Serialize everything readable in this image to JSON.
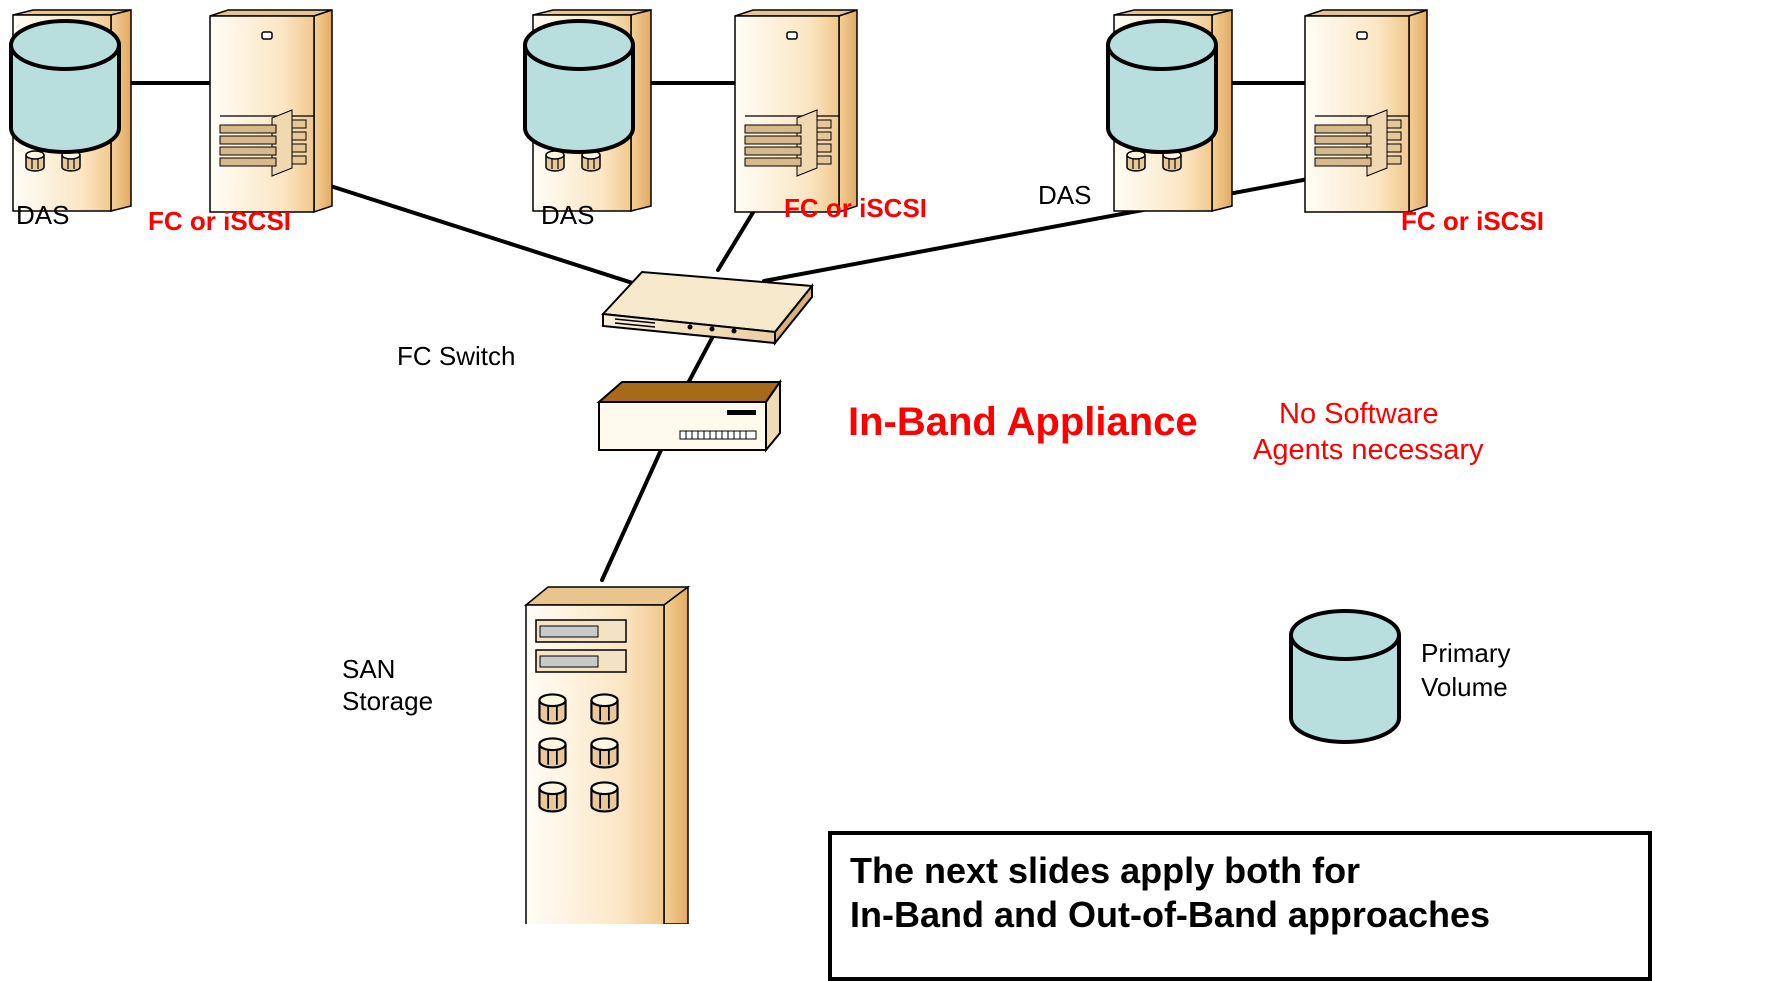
{
  "labels": {
    "das_1": "DAS",
    "das_2": "DAS",
    "das_3": "DAS",
    "fc_iscsi_1": "FC or iSCSI",
    "fc_iscsi_2": "FC or iSCSI",
    "fc_iscsi_3": "FC or iSCSI",
    "fc_switch": "FC Switch",
    "appliance": "In-Band Appliance",
    "no_agents_line1": "No Software",
    "no_agents_line2": "Agents necessary",
    "san_line1": "SAN",
    "san_line2": "Storage",
    "legend_line1": "Primary",
    "legend_line2": "Volume"
  },
  "note": {
    "line1": "The next slides apply both for",
    "line2": "In-Band and Out-of-Band approaches"
  },
  "colors": {
    "volume_fill": "#b8dede",
    "tower_light": "#fffaf0",
    "tower_shade": "#f4cf98",
    "accent_red": "#ff0000"
  }
}
